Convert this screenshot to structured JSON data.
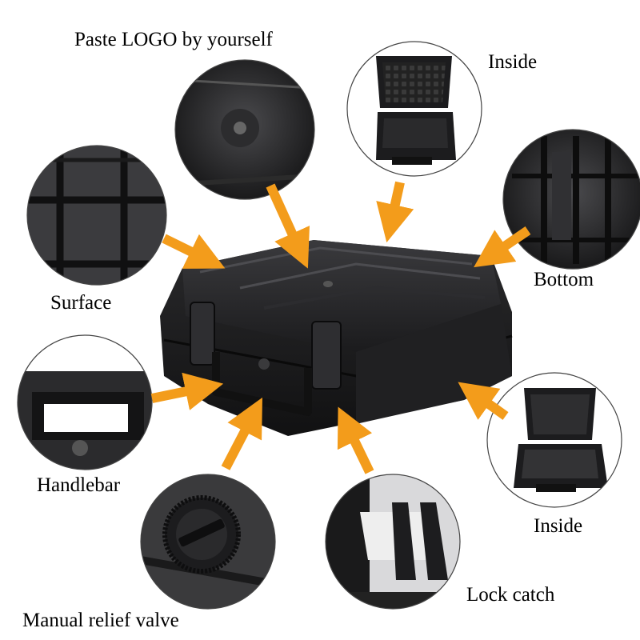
{
  "labels": {
    "logo": "Paste LOGO by yourself",
    "inside_top": "Inside",
    "bottom": "Bottom",
    "surface": "Surface",
    "handlebar": "Handlebar",
    "inside_right": "Inside",
    "lock_catch": "Lock catch",
    "valve": "Manual relief valve"
  },
  "colors": {
    "arrow": "#f39c1b",
    "case": "#1c1c1e",
    "background": "#ffffff"
  }
}
